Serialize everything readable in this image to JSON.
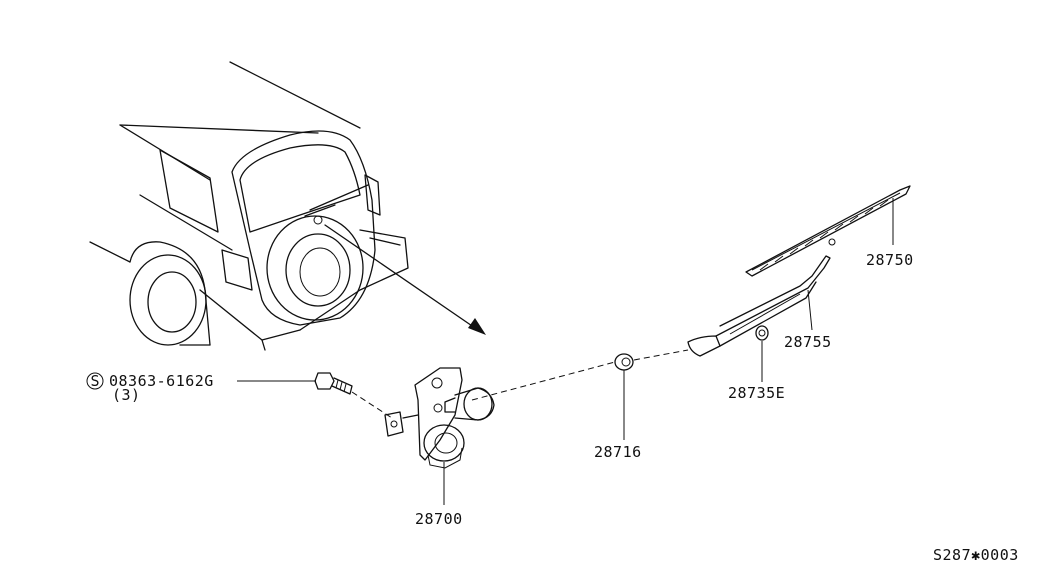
{
  "labels": {
    "bolt": "08363-6162G",
    "bolt_qty": "(3)",
    "bolt_symbol": "S",
    "motor": "28700",
    "pivot_cap": "28716",
    "nut": "28735E",
    "arm": "28755",
    "blade": "28750",
    "figure_id": "S287✱0003"
  }
}
